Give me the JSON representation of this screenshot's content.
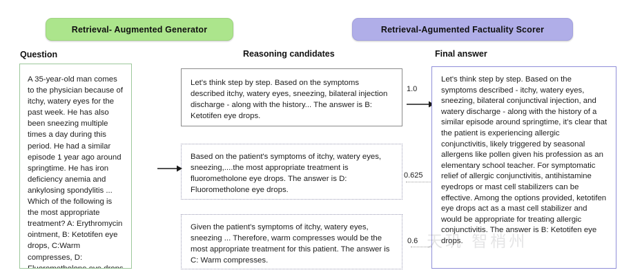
{
  "badges": {
    "generator": "Retrieval- Augmented Generator",
    "scorer": "Retrieval-Agumented Factuality Scorer"
  },
  "colors": {
    "generator_badge": "#ace58c",
    "scorer_badge": "#b0aee8",
    "question_border": "#9cc79a",
    "final_border": "#8f8ed8",
    "candidate_border_solid": "#8a8a8a",
    "candidate_border_dotted": "#9b9bb5"
  },
  "columns": {
    "question_title": "Question",
    "candidates_title": "Reasoning candidates",
    "final_title": "Final answer"
  },
  "question": {
    "text": "A 35-year-old man comes to the physician because of itchy, watery eyes for the past week. He has also been sneezing multiple times a day during this period. He had a similar episode 1 year ago around springtime. He has iron deficiency anemia and ankylosing spondylitis ... Which of the following is the most appropriate treatment? A: Erythromycin ointment, B: Ketotifen eye drops, C:Warm compresses, D: Fluorometholone eye drops"
  },
  "candidates": [
    {
      "text": "Let's think step by step. Based on the symptoms described itchy, watery eyes, sneezing, bilateral injection discharge - along with the history... The answer is B: Ketotifen eye drops.",
      "score": "1.0",
      "border": "solid",
      "connector": "arrow"
    },
    {
      "text": "Based on the patient's symptoms of itchy, watery eyes, sneezing,....the most appropriate treatment is fluorometholone eye drops. The answer is D: Fluorometholone eye drops.",
      "score": "0.625",
      "border": "dotted",
      "connector": "dotted-line"
    },
    {
      "text": "Given the patient's symptoms of itchy, watery eyes, sneezing ... Therefore, warm compresses would be the most appropriate treatment for this patient. The answer is C: Warm compresses.",
      "score": "0.6",
      "border": "dotted",
      "connector": "dotted-line"
    }
  ],
  "final_answer": {
    "text": "Let's think step by step. Based on the symptoms described - itchy, watery eyes, sneezing, bilateral conjunctival injection, and watery discharge - along with the history of a similar episode around springtime, it's clear that the patient is experiencing allergic conjunctivitis, likely triggered by seasonal allergens like pollen given his profession as an elementary school teacher. For symptomatic relief of allergic conjunctivitis, antihistamine eyedrops or mast cell stabilizers can be effective. Among the options provided, ketotifen eye drops act as a mast cell stabilizer and would be appropriate for treating allergic conjunctivitis. The answer is B: Ketotifen eye drops."
  },
  "watermark": {
    "text": "天玑 智梢州"
  }
}
